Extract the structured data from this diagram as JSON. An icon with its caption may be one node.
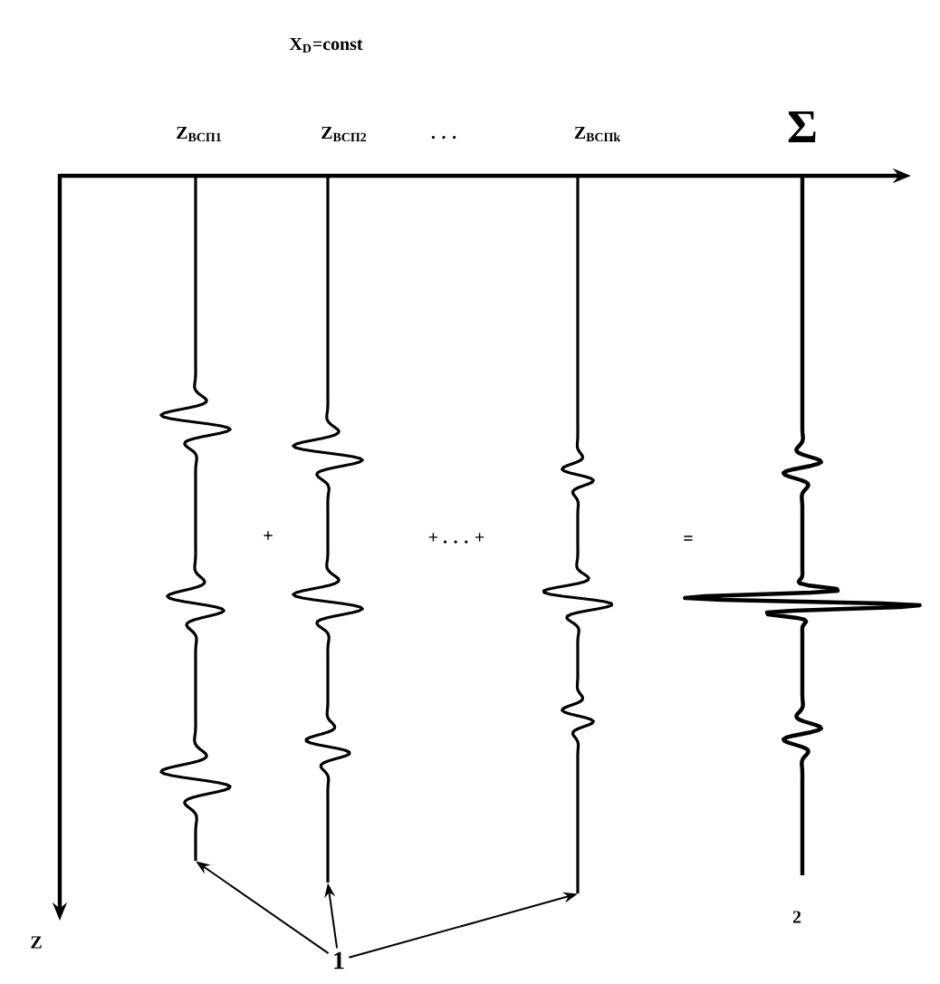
{
  "diagram": {
    "nodes": [
      {
        "text": [
          "1"
        ]
      },
      {
        "text": [],
        "shape": "picture"
      },
      {
        "text": [],
        "shape": "picture"
      },
      {
        "text": [],
        "shape": "picture"
      }
    ],
    "edges": [
      {
        "from": 0,
        "to": 1,
        "arrow": "to"
      },
      {
        "from": 0,
        "to": 2,
        "arrow": "to"
      },
      {
        "from": 0,
        "to": 3,
        "arrow": "to"
      }
    ],
    "labels": [
      "X$_{D}$=const",
      "Z$_{ВСП1}$",
      "Z$_{ВСП2}$",
      "· · ·",
      "Z$_{ВСПk}$",
      "Σ",
      "+",
      "+ . . . +",
      "=",
      "Z",
      "2"
    ]
  }
}
